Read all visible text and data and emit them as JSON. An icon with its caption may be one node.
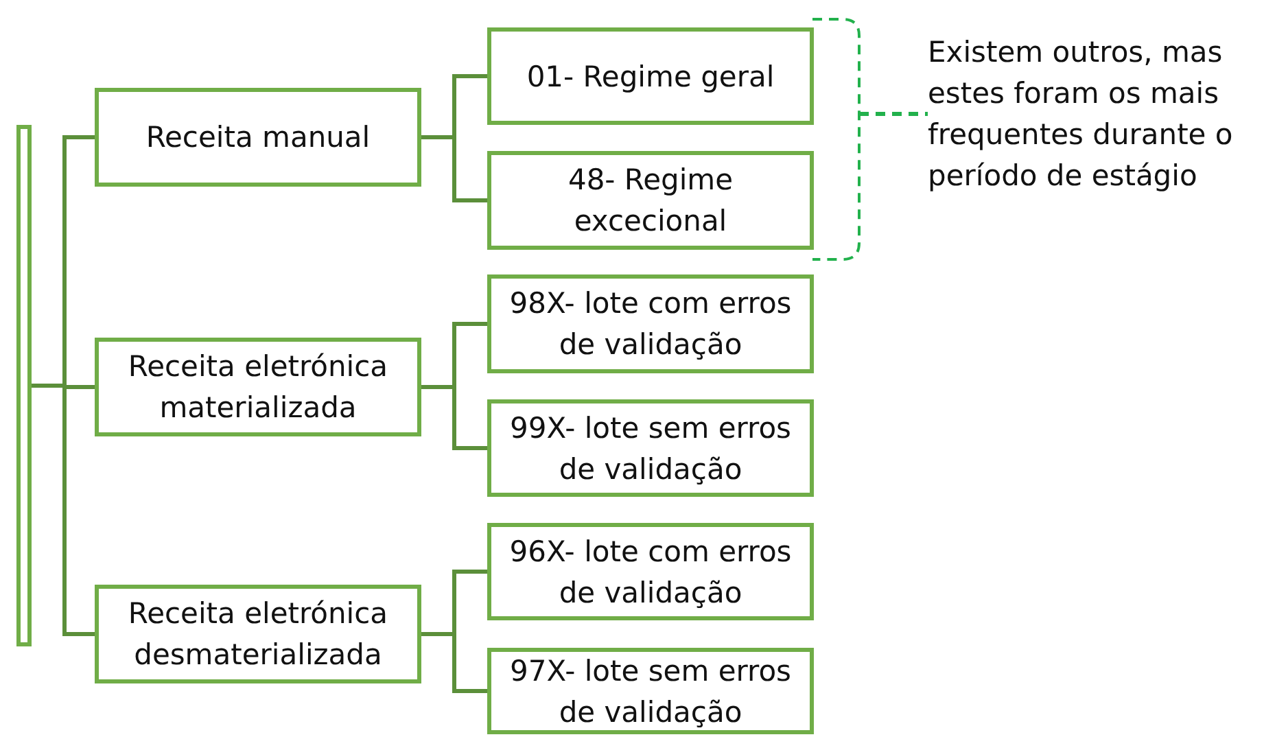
{
  "diagram": {
    "nodes": [
      {
        "text": [],
        "shape": "bar"
      },
      {
        "text": [
          "Receita manual"
        ]
      },
      {
        "text": [
          "Receita eletrónica materializada"
        ]
      },
      {
        "text": [
          "Receita eletrónica desmaterializada"
        ]
      },
      {
        "text": [
          "01- Regime geral"
        ]
      },
      {
        "text": [
          "48- Regime excecional"
        ]
      },
      {
        "text": [
          "98X- lote com erros de validação"
        ]
      },
      {
        "text": [
          "99X- lote sem erros de validação"
        ]
      },
      {
        "text": [
          "96X- lote com erros de validação"
        ]
      },
      {
        "text": [
          "97X- lote sem erros de validação"
        ]
      },
      {
        "text": [],
        "shape": "bracket"
      },
      {
        "text": [
          "Existem outros, mas estes foram os mais frequentes durante o período de estágio"
        ]
      }
    ],
    "edges": [
      {
        "from": 0,
        "to": 1,
        "arrow": "none"
      },
      {
        "from": 0,
        "to": 2,
        "arrow": "none"
      },
      {
        "from": 0,
        "to": 3,
        "arrow": "none"
      },
      {
        "from": 1,
        "to": 4,
        "arrow": "none"
      },
      {
        "from": 1,
        "to": 5,
        "arrow": "none"
      },
      {
        "from": 2,
        "to": 6,
        "arrow": "none"
      },
      {
        "from": 2,
        "to": 7,
        "arrow": "none"
      },
      {
        "from": 3,
        "to": 8,
        "arrow": "none"
      },
      {
        "from": 3,
        "to": 9,
        "arrow": "none"
      },
      {
        "from": 10,
        "to": 11,
        "arrow": "none",
        "style": "dashed",
        "color": "#22b14c"
      }
    ]
  }
}
